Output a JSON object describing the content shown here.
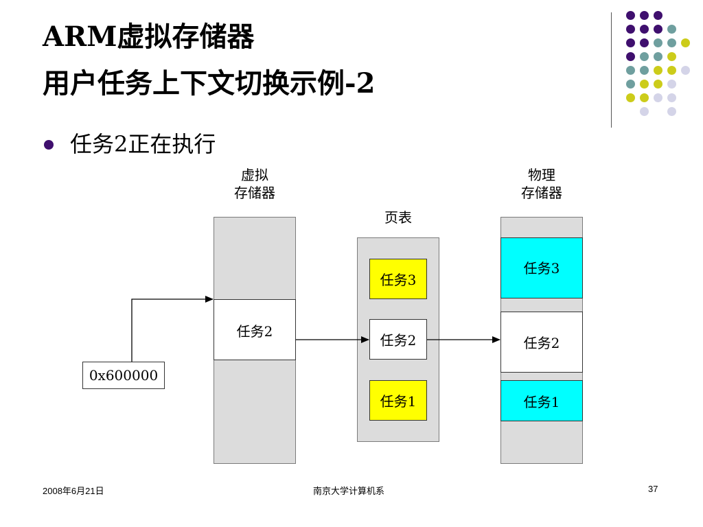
{
  "slide": {
    "title_line1": "ARM虚拟存储器",
    "title_line2": "用户任务上下文切换示例-2",
    "bullet": "任务2正在执行"
  },
  "diagram": {
    "virtual_memory_label_1": "虚拟",
    "virtual_memory_label_2": "存储器",
    "page_table_label": "页表",
    "physical_memory_label_1": "物理",
    "physical_memory_label_2": "存储器",
    "virtual_task": "任务2",
    "address": "0x600000",
    "page_table_entries": [
      "任务3",
      "任务2",
      "任务1"
    ],
    "physical_entries": [
      "任务3",
      "任务2",
      "任务1"
    ]
  },
  "footer": {
    "date": "2008年6月21日",
    "school": "南京大学计算机系",
    "page": "37"
  },
  "colors": {
    "dot_purple": "#3f0f6e",
    "dot_teal": "#6f9f9f",
    "dot_yellow": "#cccc1a",
    "dot_lavender": "#d4d4e8",
    "page_table_fill": "#ffff00",
    "physical_task_fill": "#00ffff"
  }
}
